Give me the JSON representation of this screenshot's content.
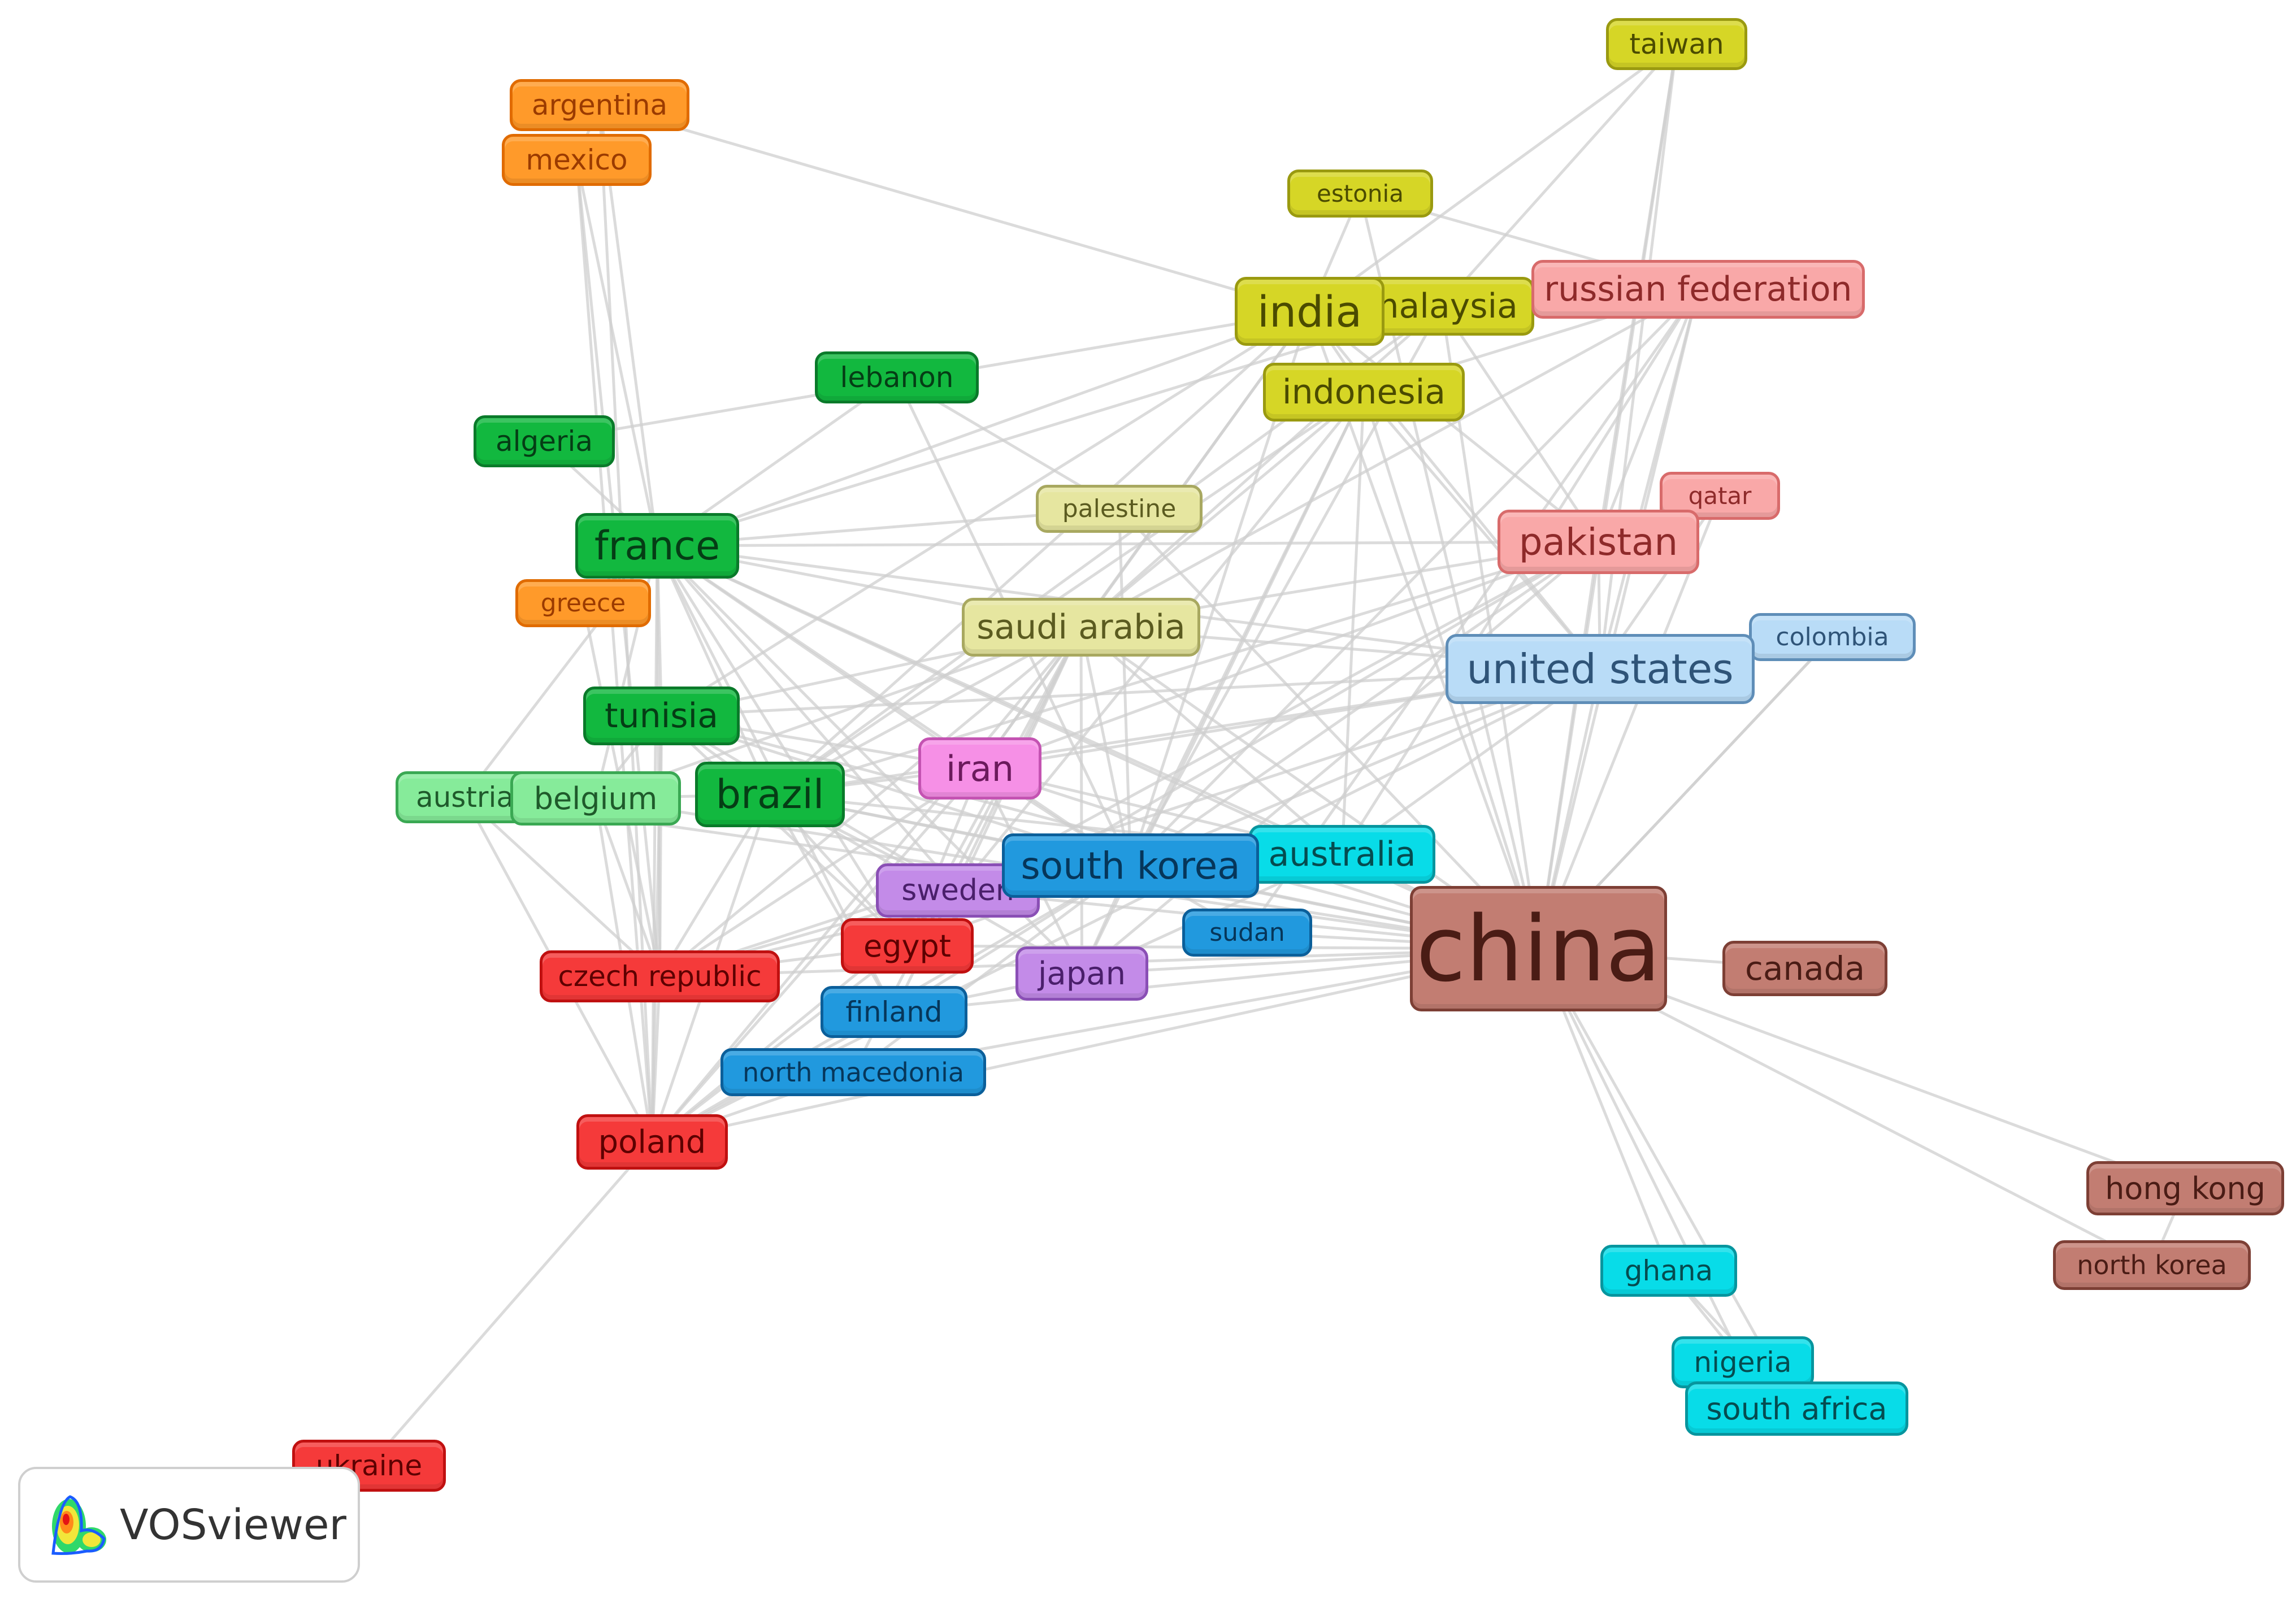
{
  "colors": {
    "link": "#cfcfcf",
    "clusters": {
      "orange": {
        "bg": "#ff9a2a",
        "border": "#e06b00",
        "text": "#9b3b00"
      },
      "yellow": {
        "bg": "#d6d626",
        "border": "#9a9a10",
        "text": "#4b4b00"
      },
      "khaki": {
        "bg": "#e6e6a0",
        "border": "#a8a860",
        "text": "#5b5b20"
      },
      "pink": {
        "bg": "#f9a8a8",
        "border": "#d86b6b",
        "text": "#8e2a2a"
      },
      "lightblue": {
        "bg": "#b9dcf7",
        "border": "#5f8eb8",
        "text": "#2f5478"
      },
      "green": {
        "bg": "#12b83f",
        "border": "#0a7a2a",
        "text": "#053d15"
      },
      "lightgreen": {
        "bg": "#86eb9a",
        "border": "#3aa853",
        "text": "#1f5a2b"
      },
      "magenta": {
        "bg": "#f690e6",
        "border": "#c453b2",
        "text": "#6b1a5c"
      },
      "violet": {
        "bg": "#c38be8",
        "border": "#8a4fb5",
        "text": "#4a1f6b"
      },
      "red": {
        "bg": "#f53a3a",
        "border": "#c01010",
        "text": "#5e0000"
      },
      "blue": {
        "bg": "#2199de",
        "border": "#0b5f9a",
        "text": "#06365a"
      },
      "cyan": {
        "bg": "#08dce8",
        "border": "#07959e",
        "text": "#054c50"
      },
      "brown": {
        "bg": "#c27d72",
        "border": "#7d3f35",
        "text": "#4a1c15"
      }
    }
  },
  "nodes": [
    {
      "id": "taiwan",
      "label": "taiwan",
      "cluster": "yellow"
    },
    {
      "id": "argentina",
      "label": "argentina",
      "cluster": "orange"
    },
    {
      "id": "mexico",
      "label": "mexico",
      "cluster": "orange"
    },
    {
      "id": "estonia",
      "label": "estonia",
      "cluster": "yellow"
    },
    {
      "id": "malaysia",
      "label": "malaysia",
      "cluster": "yellow"
    },
    {
      "id": "india",
      "label": "india",
      "cluster": "yellow"
    },
    {
      "id": "russian_federation",
      "label": "russian federation",
      "cluster": "pink"
    },
    {
      "id": "lebanon",
      "label": "lebanon",
      "cluster": "green"
    },
    {
      "id": "indonesia",
      "label": "indonesia",
      "cluster": "yellow"
    },
    {
      "id": "algeria",
      "label": "algeria",
      "cluster": "green"
    },
    {
      "id": "qatar",
      "label": "qatar",
      "cluster": "pink"
    },
    {
      "id": "palestine",
      "label": "palestine",
      "cluster": "khaki"
    },
    {
      "id": "pakistan",
      "label": "pakistan",
      "cluster": "pink"
    },
    {
      "id": "france",
      "label": "france",
      "cluster": "green"
    },
    {
      "id": "greece",
      "label": "greece",
      "cluster": "orange"
    },
    {
      "id": "saudi_arabia",
      "label": "saudi arabia",
      "cluster": "khaki"
    },
    {
      "id": "colombia",
      "label": "colombia",
      "cluster": "lightblue"
    },
    {
      "id": "united_states",
      "label": "united states",
      "cluster": "lightblue"
    },
    {
      "id": "tunisia",
      "label": "tunisia",
      "cluster": "green"
    },
    {
      "id": "iran",
      "label": "iran",
      "cluster": "magenta"
    },
    {
      "id": "austria",
      "label": "austria",
      "cluster": "lightgreen"
    },
    {
      "id": "belgium",
      "label": "belgium",
      "cluster": "lightgreen"
    },
    {
      "id": "brazil",
      "label": "brazil",
      "cluster": "green"
    },
    {
      "id": "australia",
      "label": "australia",
      "cluster": "cyan"
    },
    {
      "id": "sweden",
      "label": "sweden",
      "cluster": "violet"
    },
    {
      "id": "south_korea",
      "label": "south korea",
      "cluster": "blue"
    },
    {
      "id": "sudan",
      "label": "sudan",
      "cluster": "blue"
    },
    {
      "id": "egypt",
      "label": "egypt",
      "cluster": "red"
    },
    {
      "id": "china",
      "label": "china",
      "cluster": "brown"
    },
    {
      "id": "canada",
      "label": "canada",
      "cluster": "brown"
    },
    {
      "id": "japan",
      "label": "japan",
      "cluster": "violet"
    },
    {
      "id": "czech_republic",
      "label": "czech republic",
      "cluster": "red"
    },
    {
      "id": "finland",
      "label": "finland",
      "cluster": "blue"
    },
    {
      "id": "north_macedonia",
      "label": "north macedonia",
      "cluster": "blue"
    },
    {
      "id": "poland",
      "label": "poland",
      "cluster": "red"
    },
    {
      "id": "hong_kong",
      "label": "hong kong",
      "cluster": "brown"
    },
    {
      "id": "north_korea",
      "label": "north korea",
      "cluster": "brown"
    },
    {
      "id": "ghana",
      "label": "ghana",
      "cluster": "cyan"
    },
    {
      "id": "nigeria",
      "label": "nigeria",
      "cluster": "cyan"
    },
    {
      "id": "south_africa",
      "label": "south africa",
      "cluster": "cyan"
    },
    {
      "id": "ukraine",
      "label": "ukraine",
      "cluster": "red"
    }
  ],
  "links": [
    [
      "china",
      "united_states"
    ],
    [
      "china",
      "pakistan"
    ],
    [
      "china",
      "russian_federation"
    ],
    [
      "china",
      "india"
    ],
    [
      "china",
      "indonesia"
    ],
    [
      "china",
      "malaysia"
    ],
    [
      "china",
      "taiwan"
    ],
    [
      "china",
      "saudi_arabia"
    ],
    [
      "china",
      "australia"
    ],
    [
      "china",
      "south_korea"
    ],
    [
      "china",
      "canada"
    ],
    [
      "china",
      "hong_kong"
    ],
    [
      "china",
      "north_korea"
    ],
    [
      "china",
      "ghana"
    ],
    [
      "china",
      "nigeria"
    ],
    [
      "china",
      "south_africa"
    ],
    [
      "china",
      "japan"
    ],
    [
      "china",
      "sudan"
    ],
    [
      "china",
      "finland"
    ],
    [
      "china",
      "poland"
    ],
    [
      "china",
      "north_macedonia"
    ],
    [
      "china",
      "egypt"
    ],
    [
      "china",
      "sweden"
    ],
    [
      "china",
      "iran"
    ],
    [
      "china",
      "brazil"
    ],
    [
      "china",
      "france"
    ],
    [
      "china",
      "tunisia"
    ],
    [
      "china",
      "czech_republic"
    ],
    [
      "china",
      "qatar"
    ],
    [
      "china",
      "colombia"
    ],
    [
      "china",
      "palestine"
    ],
    [
      "china",
      "estonia"
    ],
    [
      "china",
      "belgium"
    ],
    [
      "china",
      "austria"
    ],
    [
      "united_states",
      "pakistan"
    ],
    [
      "united_states",
      "india"
    ],
    [
      "united_states",
      "saudi_arabia"
    ],
    [
      "united_states",
      "south_korea"
    ],
    [
      "united_states",
      "brazil"
    ],
    [
      "united_states",
      "france"
    ],
    [
      "united_states",
      "russian_federation"
    ],
    [
      "united_states",
      "iran"
    ],
    [
      "united_states",
      "tunisia"
    ],
    [
      "united_states",
      "australia"
    ],
    [
      "united_states",
      "czech_republic"
    ],
    [
      "united_states",
      "poland"
    ],
    [
      "united_states",
      "taiwan"
    ],
    [
      "united_states",
      "indonesia"
    ],
    [
      "united_states",
      "qatar"
    ],
    [
      "pakistan",
      "saudi_arabia"
    ],
    [
      "pakistan",
      "south_korea"
    ],
    [
      "pakistan",
      "india"
    ],
    [
      "pakistan",
      "russian_federation"
    ],
    [
      "pakistan",
      "malaysia"
    ],
    [
      "pakistan",
      "iran"
    ],
    [
      "pakistan",
      "brazil"
    ],
    [
      "pakistan",
      "france"
    ],
    [
      "pakistan",
      "egypt"
    ],
    [
      "pakistan",
      "qatar"
    ],
    [
      "pakistan",
      "sweden"
    ],
    [
      "pakistan",
      "japan"
    ],
    [
      "russian_federation",
      "south_korea"
    ],
    [
      "russian_federation",
      "indonesia"
    ],
    [
      "russian_federation",
      "saudi_arabia"
    ],
    [
      "russian_federation",
      "sudan"
    ],
    [
      "russian_federation",
      "australia"
    ],
    [
      "russian_federation",
      "india"
    ],
    [
      "india",
      "france"
    ],
    [
      "india",
      "argentina"
    ],
    [
      "india",
      "saudi_arabia"
    ],
    [
      "india",
      "brazil"
    ],
    [
      "india",
      "south_korea"
    ],
    [
      "india",
      "tunisia"
    ],
    [
      "india",
      "algeria"
    ],
    [
      "india",
      "taiwan"
    ],
    [
      "india",
      "estonia"
    ],
    [
      "india",
      "malaysia"
    ],
    [
      "india",
      "indonesia"
    ],
    [
      "india",
      "iran"
    ],
    [
      "indonesia",
      "saudi_arabia"
    ],
    [
      "indonesia",
      "brazil"
    ],
    [
      "indonesia",
      "south_korea"
    ],
    [
      "indonesia",
      "sweden"
    ],
    [
      "indonesia",
      "australia"
    ],
    [
      "indonesia",
      "japan"
    ],
    [
      "malaysia",
      "saudi_arabia"
    ],
    [
      "malaysia",
      "brazil"
    ],
    [
      "malaysia",
      "south_korea"
    ],
    [
      "malaysia",
      "taiwan"
    ],
    [
      "malaysia",
      "france"
    ],
    [
      "saudi_arabia",
      "france"
    ],
    [
      "saudi_arabia",
      "brazil"
    ],
    [
      "saudi_arabia",
      "tunisia"
    ],
    [
      "saudi_arabia",
      "south_korea"
    ],
    [
      "saudi_arabia",
      "egypt"
    ],
    [
      "saudi_arabia",
      "iran"
    ],
    [
      "saudi_arabia",
      "czech_republic"
    ],
    [
      "saudi_arabia",
      "poland"
    ],
    [
      "saudi_arabia",
      "sweden"
    ],
    [
      "saudi_arabia",
      "australia"
    ],
    [
      "saudi_arabia",
      "belgium"
    ],
    [
      "saudi_arabia",
      "finland"
    ],
    [
      "saudi_arabia",
      "north_macedonia"
    ],
    [
      "saudi_arabia",
      "japan"
    ],
    [
      "france",
      "brazil"
    ],
    [
      "france",
      "tunisia"
    ],
    [
      "france",
      "algeria"
    ],
    [
      "france",
      "lebanon"
    ],
    [
      "france",
      "greece"
    ],
    [
      "france",
      "belgium"
    ],
    [
      "france",
      "austria"
    ],
    [
      "france",
      "poland"
    ],
    [
      "france",
      "czech_republic"
    ],
    [
      "france",
      "south_korea"
    ],
    [
      "france",
      "egypt"
    ],
    [
      "france",
      "iran"
    ],
    [
      "france",
      "sweden"
    ],
    [
      "france",
      "mexico"
    ],
    [
      "france",
      "argentina"
    ],
    [
      "france",
      "finland"
    ],
    [
      "france",
      "australia"
    ],
    [
      "france",
      "palestine"
    ],
    [
      "france",
      "japan"
    ],
    [
      "tunisia",
      "brazil"
    ],
    [
      "tunisia",
      "belgium"
    ],
    [
      "tunisia",
      "poland"
    ],
    [
      "tunisia",
      "czech_republic"
    ],
    [
      "tunisia",
      "south_korea"
    ],
    [
      "tunisia",
      "egypt"
    ],
    [
      "tunisia",
      "sweden"
    ],
    [
      "tunisia",
      "iran"
    ],
    [
      "brazil",
      "south_korea"
    ],
    [
      "brazil",
      "poland"
    ],
    [
      "brazil",
      "czech_republic"
    ],
    [
      "brazil",
      "egypt"
    ],
    [
      "brazil",
      "sweden"
    ],
    [
      "brazil",
      "belgium"
    ],
    [
      "brazil",
      "iran"
    ],
    [
      "brazil",
      "australia"
    ],
    [
      "brazil",
      "japan"
    ],
    [
      "brazil",
      "finland"
    ],
    [
      "south_korea",
      "poland"
    ],
    [
      "south_korea",
      "czech_republic"
    ],
    [
      "south_korea",
      "egypt"
    ],
    [
      "south_korea",
      "iran"
    ],
    [
      "south_korea",
      "japan"
    ],
    [
      "south_korea",
      "finland"
    ],
    [
      "south_korea",
      "north_macedonia"
    ],
    [
      "south_korea",
      "australia"
    ],
    [
      "south_korea",
      "sudan"
    ],
    [
      "south_korea",
      "sweden"
    ],
    [
      "south_korea",
      "lebanon"
    ],
    [
      "south_korea",
      "palestine"
    ],
    [
      "iran",
      "poland"
    ],
    [
      "iran",
      "egypt"
    ],
    [
      "iran",
      "czech_republic"
    ],
    [
      "iran",
      "australia"
    ],
    [
      "iran",
      "japan"
    ],
    [
      "poland",
      "czech_republic"
    ],
    [
      "poland",
      "ukraine"
    ],
    [
      "poland",
      "egypt"
    ],
    [
      "poland",
      "finland"
    ],
    [
      "poland",
      "north_macedonia"
    ],
    [
      "poland",
      "belgium"
    ],
    [
      "poland",
      "austria"
    ],
    [
      "poland",
      "sweden"
    ],
    [
      "czech_republic",
      "egypt"
    ],
    [
      "czech_republic",
      "belgium"
    ],
    [
      "czech_republic",
      "austria"
    ],
    [
      "czech_republic",
      "greece"
    ],
    [
      "czech_republic",
      "mexico"
    ],
    [
      "czech_republic",
      "sweden"
    ],
    [
      "mexico",
      "argentina"
    ],
    [
      "mexico",
      "poland"
    ],
    [
      "argentina",
      "poland"
    ],
    [
      "ghana",
      "nigeria"
    ],
    [
      "ghana",
      "south_africa"
    ],
    [
      "nigeria",
      "south_africa"
    ],
    [
      "hong_kong",
      "north_korea"
    ],
    [
      "estonia",
      "russian_federation"
    ],
    [
      "lebanon",
      "palestine"
    ],
    [
      "australia",
      "japan"
    ],
    [
      "australia",
      "sweden"
    ],
    [
      "taiwan",
      "pakistan"
    ],
    [
      "colombia",
      "china"
    ],
    [
      "egypt",
      "sweden"
    ],
    [
      "japan",
      "finland"
    ]
  ],
  "watermark": {
    "brand": "VOSviewer",
    "logo_icon": "vosviewer-heatmap-logo-icon"
  }
}
